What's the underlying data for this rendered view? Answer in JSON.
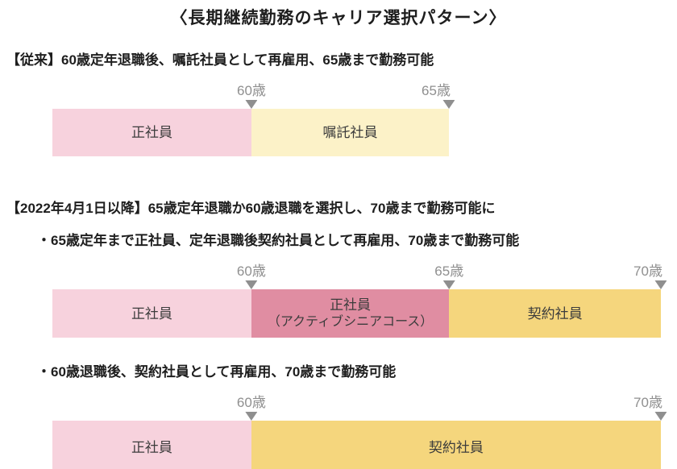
{
  "title": "〈長期継続勤務のキャリア選択パターン〉",
  "colors": {
    "pink": "#f7d2dd",
    "pale_yellow": "#fcf2c8",
    "rose": "#e08da2",
    "gold": "#f5d67d",
    "marker": "#8f8f8f"
  },
  "section1": {
    "heading": "【従来】60歳定年退職後、嘱託社員として再雇用、65歳まで勤務可能",
    "markers": [
      {
        "label": "60歳"
      },
      {
        "label": "65歳"
      }
    ],
    "segments": [
      {
        "label": "正社員"
      },
      {
        "label": "嘱託社員"
      }
    ]
  },
  "section2": {
    "heading": "【2022年4月1日以降】65歳定年退職か60歳退職を選択し、70歳まで勤務可能に",
    "option1": {
      "bullet": "・65歳定年まで正社員、定年退職後契約社員として再雇用、70歳まで勤務可能",
      "markers": [
        {
          "label": "60歳"
        },
        {
          "label": "65歳"
        },
        {
          "label": "70歳"
        }
      ],
      "segments": [
        {
          "label": "正社員"
        },
        {
          "label": "正社員",
          "sublabel": "（アクティブシニアコース）"
        },
        {
          "label": "契約社員"
        }
      ]
    },
    "option2": {
      "bullet": "・60歳退職後、契約社員として再雇用、70歳まで勤務可能",
      "markers": [
        {
          "label": "60歳"
        },
        {
          "label": "70歳"
        }
      ],
      "segments": [
        {
          "label": "正社員"
        },
        {
          "label": "契約社員"
        }
      ]
    }
  }
}
